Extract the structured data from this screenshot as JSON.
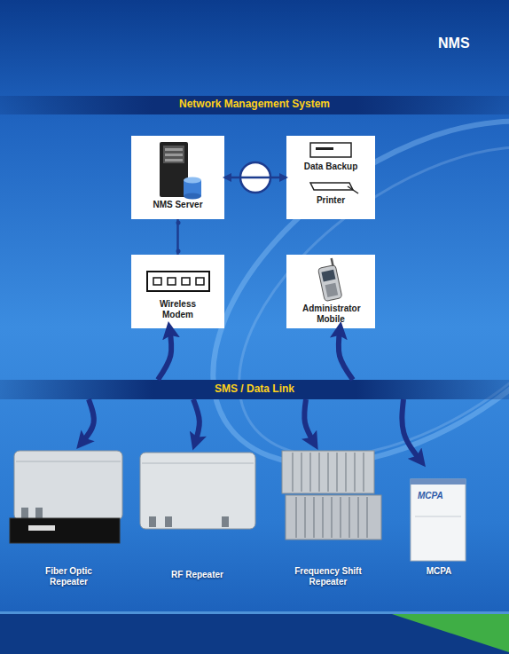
{
  "diagram": {
    "title": "Network Management System",
    "nodes": [
      {
        "text": [
          "NMS Server"
        ]
      },
      {
        "text": [
          "Data Backup",
          "Printer"
        ]
      },
      {
        "text": [
          "Wireless Modem"
        ]
      },
      {
        "text": [
          "Administrator Mobile"
        ]
      },
      {
        "text": [
          "SMS / Data Link"
        ]
      },
      {
        "text": [
          "Fiber Optic Repeater"
        ]
      },
      {
        "text": [
          "RF Repeater"
        ]
      },
      {
        "text": [
          "Frequency Shift Repeater"
        ]
      },
      {
        "text": [
          "MCPA"
        ]
      }
    ],
    "edges": [
      {
        "from": 0,
        "to": 1,
        "arrow": "both"
      },
      {
        "from": 0,
        "to": 2,
        "arrow": "none"
      },
      {
        "from": 4,
        "to": 2,
        "arrow": "to"
      },
      {
        "from": 4,
        "to": 3,
        "arrow": "to"
      },
      {
        "from": 4,
        "to": 5,
        "arrow": "to"
      },
      {
        "from": 4,
        "to": 6,
        "arrow": "to"
      },
      {
        "from": 4,
        "to": 7,
        "arrow": "to"
      },
      {
        "from": 4,
        "to": 8,
        "arrow": "to"
      }
    ],
    "labels": [
      "NMS",
      "MCPA"
    ]
  }
}
